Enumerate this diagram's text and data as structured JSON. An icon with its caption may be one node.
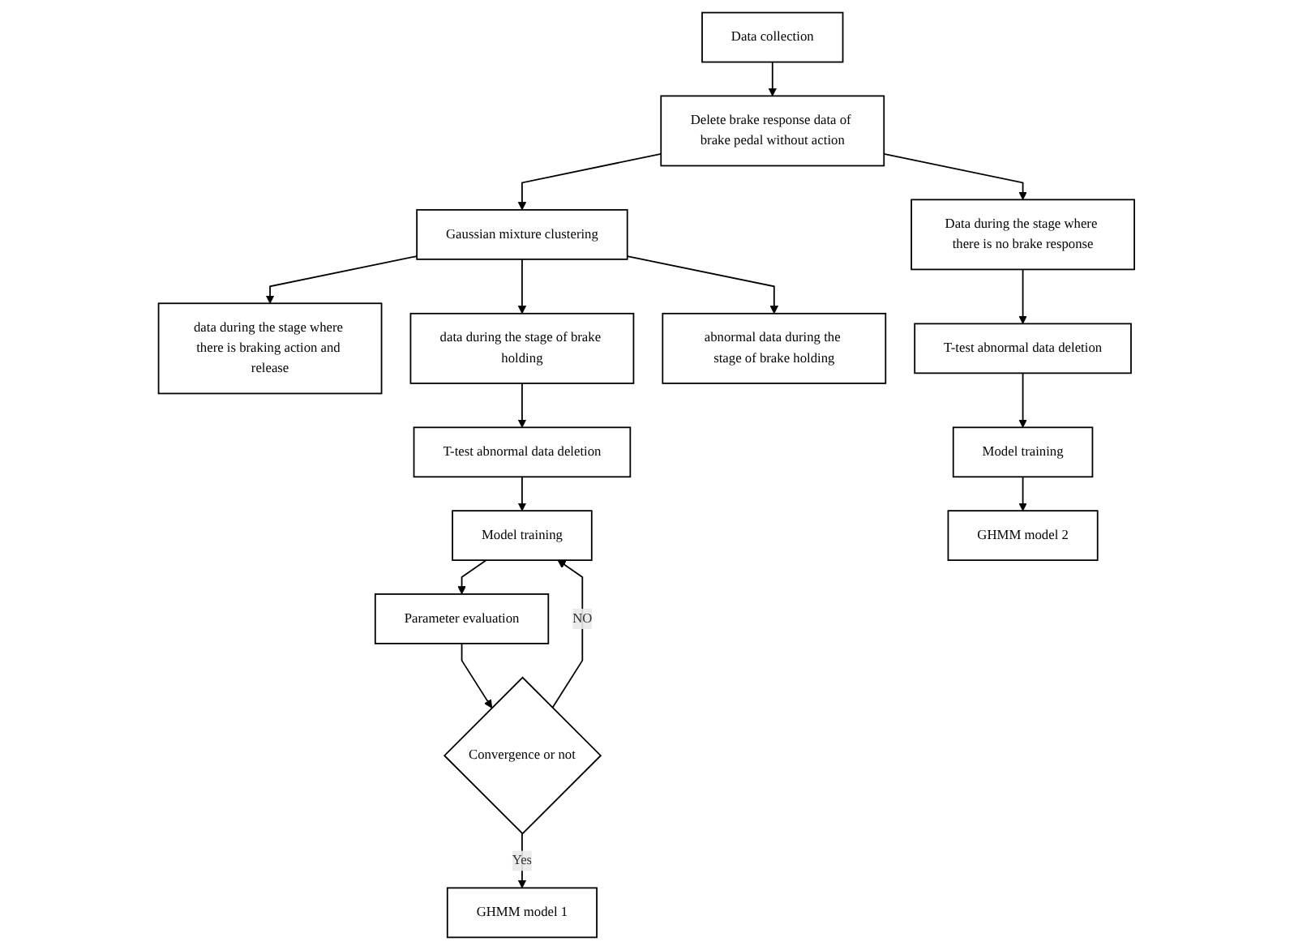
{
  "diagram": {
    "nodes": [
      {
        "text": [
          "Data collection"
        ]
      },
      {
        "text": [
          "Delete brake response data of brake pedal without action"
        ]
      },
      {
        "text": [
          "Data during the stage where there is no brake response"
        ]
      },
      {
        "text": [
          "Gaussian mixture clustering"
        ]
      },
      {
        "text": [
          "data during the stage where there is braking action and release"
        ]
      },
      {
        "text": [
          "data during the stage of brake holding"
        ]
      },
      {
        "text": [
          "abnormal data during the stage of brake holding"
        ]
      },
      {
        "text": [
          "T-test abnormal data deletion"
        ]
      },
      {
        "text": [
          "Model training"
        ]
      },
      {
        "text": [
          "Parameter evaluation"
        ]
      },
      {
        "text": [
          "Convergence or not"
        ]
      },
      {
        "text": [
          "GHMM model 1"
        ]
      },
      {
        "text": [
          "T-test abnormal data deletion"
        ]
      },
      {
        "text": [
          "Model training"
        ]
      },
      {
        "text": [
          "GHMM model 2"
        ]
      }
    ],
    "edges": [
      {
        "from": 0,
        "to": 1,
        "arrow": "to"
      },
      {
        "from": 1,
        "to": 2,
        "arrow": "to"
      },
      {
        "from": 1,
        "to": 3,
        "arrow": "to"
      },
      {
        "from": 3,
        "to": 4,
        "arrow": "to"
      },
      {
        "from": 3,
        "to": 5,
        "arrow": "to"
      },
      {
        "from": 3,
        "to": 6,
        "arrow": "to"
      },
      {
        "from": 5,
        "to": 7,
        "arrow": "to"
      },
      {
        "from": 7,
        "to": 8,
        "arrow": "to"
      },
      {
        "from": 8,
        "to": 9,
        "arrow": "to"
      },
      {
        "from": 9,
        "to": 10,
        "arrow": "to"
      },
      {
        "from": 10,
        "to": 8,
        "label": "NO",
        "arrow": "to"
      },
      {
        "from": 10,
        "to": 11,
        "label": "Yes",
        "arrow": "to"
      },
      {
        "from": 2,
        "to": 12,
        "arrow": "to"
      },
      {
        "from": 12,
        "to": 13,
        "arrow": "to"
      },
      {
        "from": 13,
        "to": 14,
        "arrow": "to"
      }
    ]
  }
}
